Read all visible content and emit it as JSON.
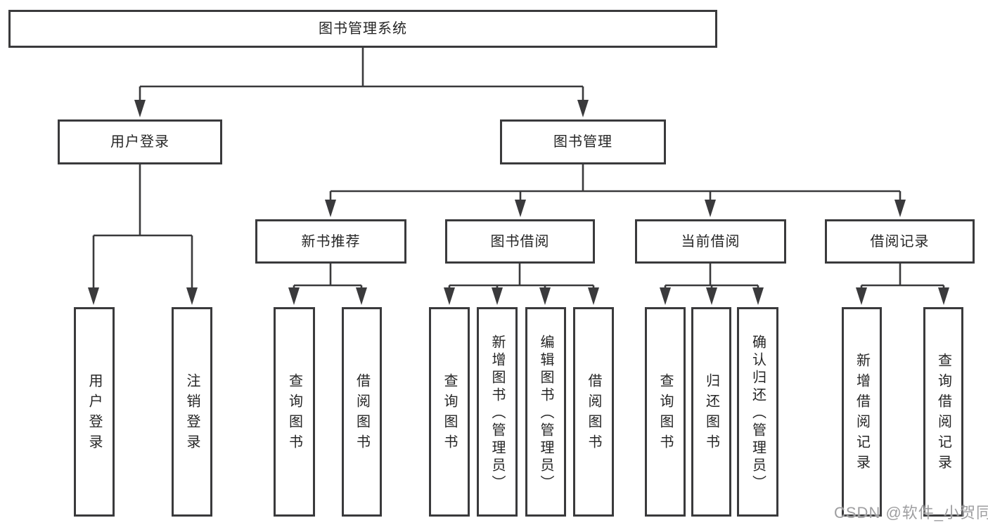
{
  "tree": {
    "root": {
      "label": "图书管理系统"
    },
    "branches": [
      {
        "label": "用户登录",
        "children": [
          {
            "label": "用户登录"
          },
          {
            "label": "注销登录"
          }
        ]
      },
      {
        "label": "图书管理",
        "children": [
          {
            "label": "新书推荐",
            "children": [
              {
                "label": "查询图书"
              },
              {
                "label": "借阅图书"
              }
            ]
          },
          {
            "label": "图书借阅",
            "children": [
              {
                "label": "查询图书"
              },
              {
                "label": "新增图书（管理员）"
              },
              {
                "label": "编辑图书（管理员）"
              },
              {
                "label": "借阅图书"
              }
            ]
          },
          {
            "label": "当前借阅",
            "children": [
              {
                "label": "查询图书"
              },
              {
                "label": "归还图书"
              },
              {
                "label": "确认归还（管理员）"
              }
            ]
          },
          {
            "label": "借阅记录",
            "children": [
              {
                "label": "新增借阅记录"
              },
              {
                "label": "查询借阅记录"
              }
            ]
          }
        ]
      }
    ]
  },
  "watermark": "CSDN @软件_小贺同学",
  "colors": {
    "line": "#3a3a3c",
    "text": "#262626",
    "watermark": "#9e9ea0",
    "background": "#ffffff"
  }
}
